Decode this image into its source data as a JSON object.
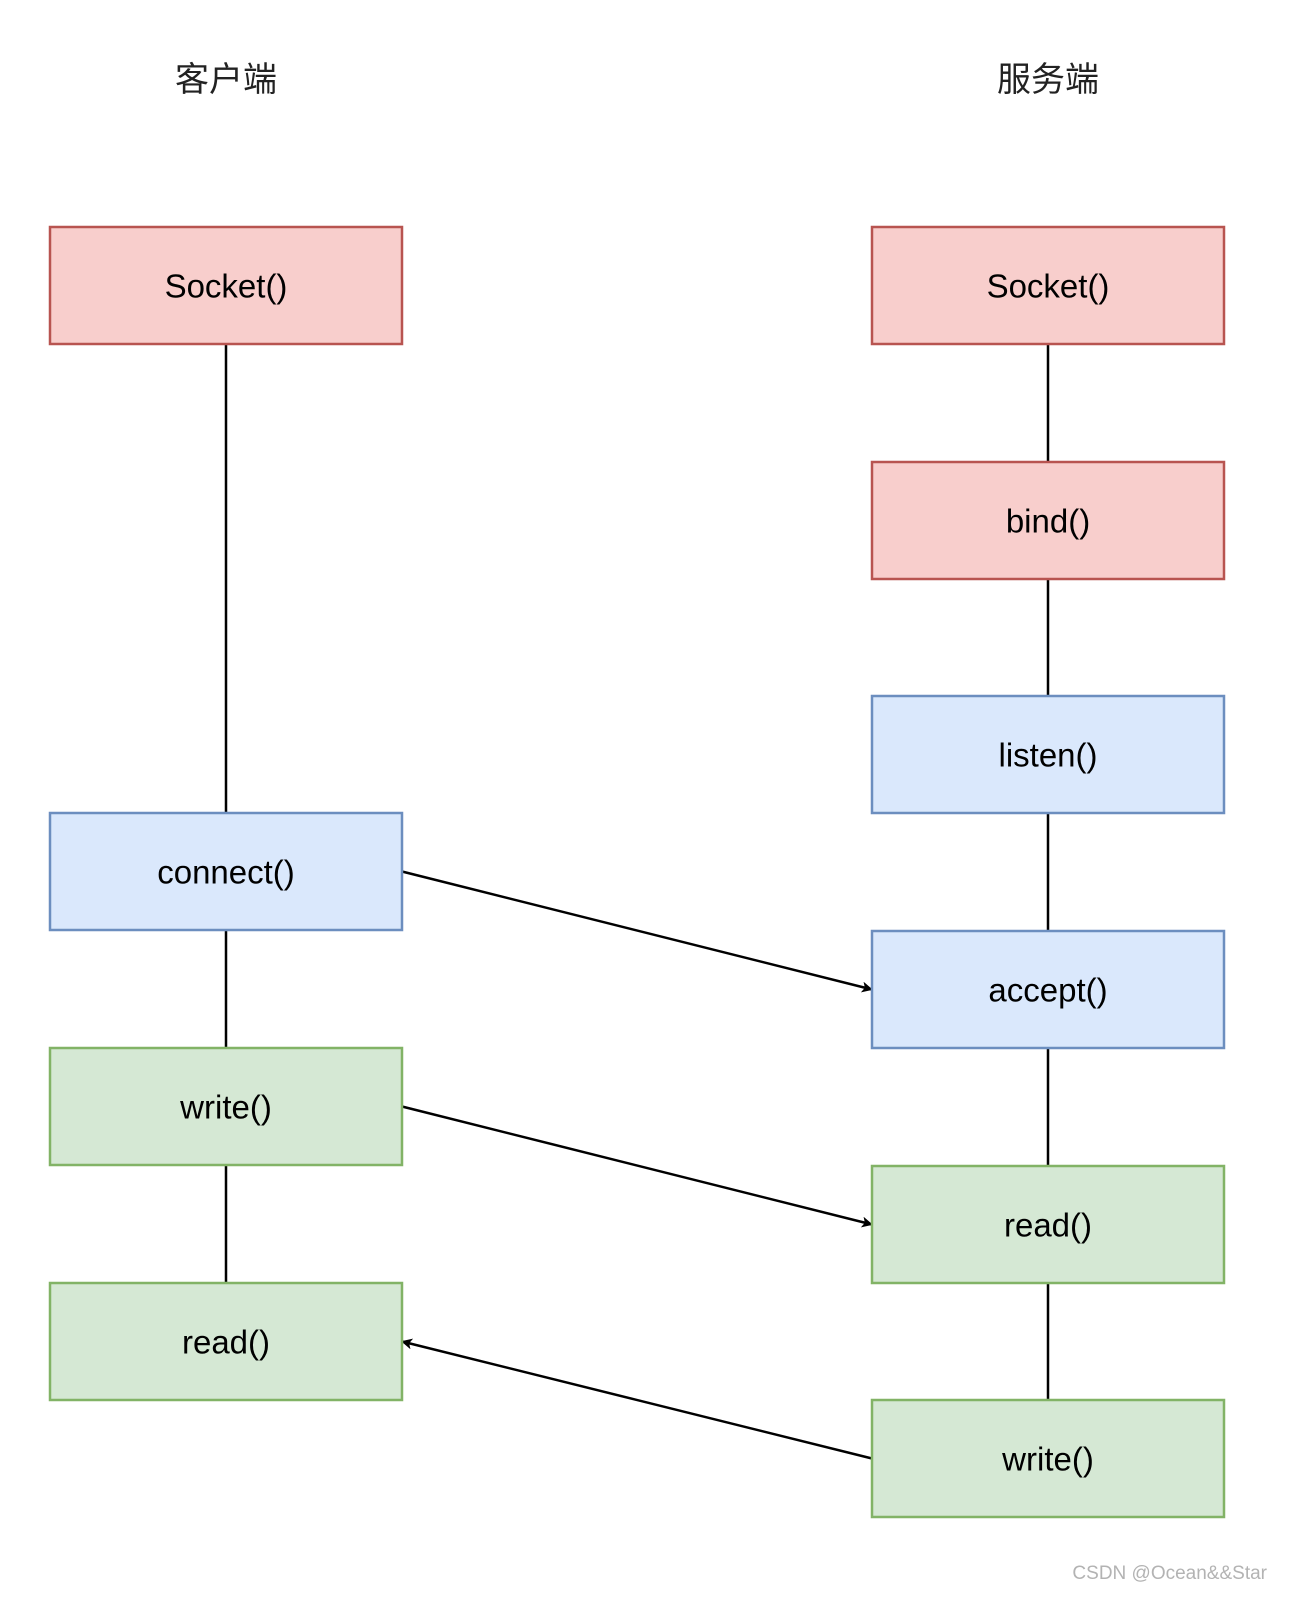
{
  "columns": {
    "client": {
      "title": "客户端",
      "boxes": [
        {
          "id": "client-socket",
          "label": "Socket()",
          "category": "create"
        },
        {
          "id": "client-connect",
          "label": "connect()",
          "category": "connect"
        },
        {
          "id": "client-write",
          "label": "write()",
          "category": "io"
        },
        {
          "id": "client-read",
          "label": "read()",
          "category": "io"
        }
      ]
    },
    "server": {
      "title": "服务端",
      "boxes": [
        {
          "id": "server-socket",
          "label": "Socket()",
          "category": "create"
        },
        {
          "id": "server-bind",
          "label": "bind()",
          "category": "create"
        },
        {
          "id": "server-listen",
          "label": "listen()",
          "category": "connect"
        },
        {
          "id": "server-accept",
          "label": "accept()",
          "category": "connect"
        },
        {
          "id": "server-read",
          "label": "read()",
          "category": "io"
        },
        {
          "id": "server-write",
          "label": "write()",
          "category": "io"
        }
      ]
    }
  },
  "lifelines": [
    {
      "from": "client-socket",
      "to": "client-connect"
    },
    {
      "from": "client-connect",
      "to": "client-write"
    },
    {
      "from": "client-write",
      "to": "client-read"
    },
    {
      "from": "server-socket",
      "to": "server-bind"
    },
    {
      "from": "server-bind",
      "to": "server-listen"
    },
    {
      "from": "server-listen",
      "to": "server-accept"
    },
    {
      "from": "server-accept",
      "to": "server-read"
    },
    {
      "from": "server-read",
      "to": "server-write"
    }
  ],
  "arrows": [
    {
      "from": "client-connect",
      "to": "server-accept"
    },
    {
      "from": "client-write",
      "to": "server-read"
    },
    {
      "from": "server-write",
      "to": "client-read"
    }
  ],
  "colors": {
    "create": {
      "fill": "#f8cecc",
      "stroke": "#b85450"
    },
    "connect": {
      "fill": "#dae8fc",
      "stroke": "#6c8ebf"
    },
    "io": {
      "fill": "#d5e8d4",
      "stroke": "#82b366"
    },
    "line": "#000000",
    "text": "#000000"
  },
  "watermark": "CSDN @Ocean&&Star"
}
